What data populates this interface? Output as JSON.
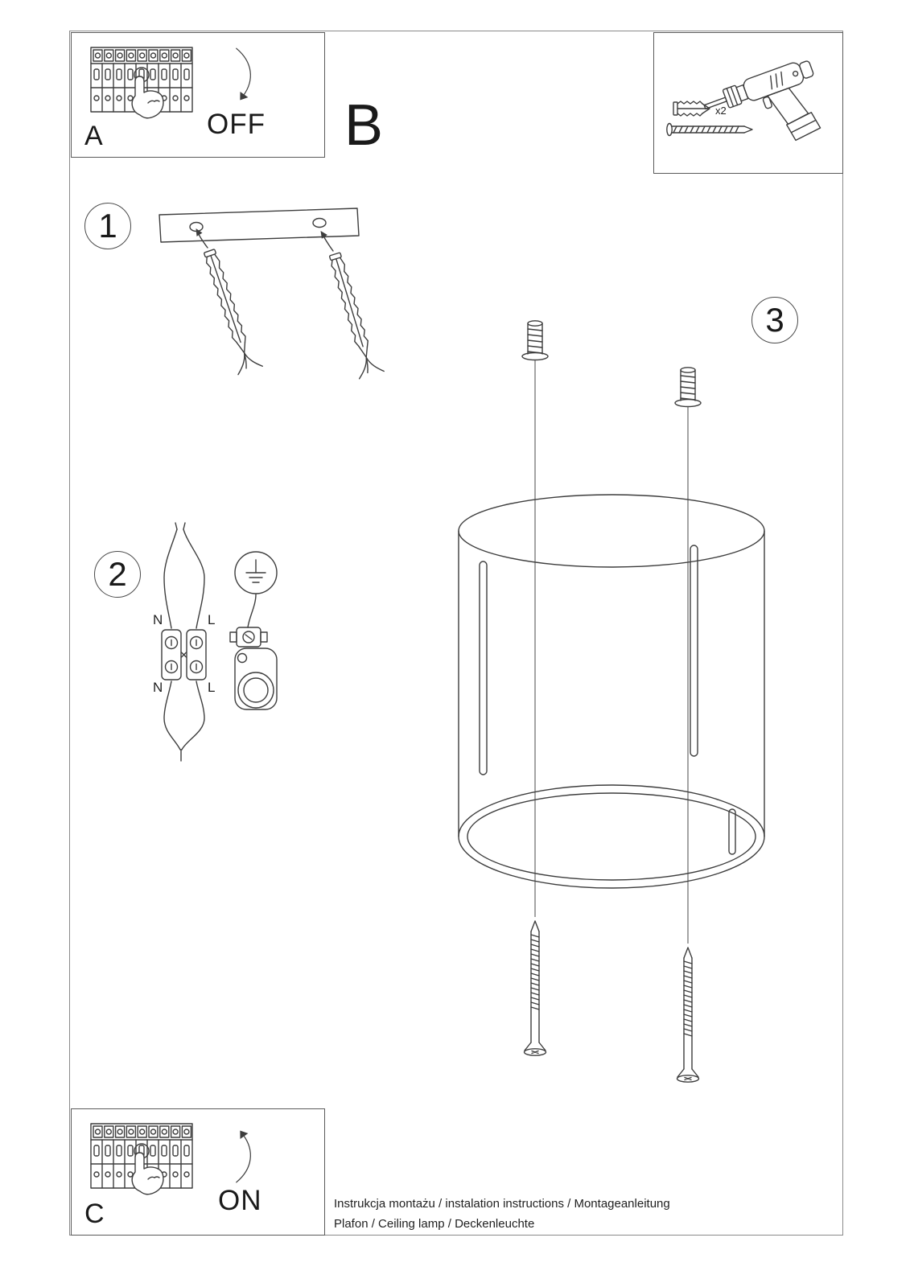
{
  "page": {
    "background": "#ffffff",
    "ink_color": "#3d3d3d",
    "text_color": "#1f1f1f"
  },
  "sections": {
    "breaker_off": {
      "label": "A",
      "action": "OFF"
    },
    "overview": {
      "label": "B"
    },
    "breaker_on": {
      "label": "C",
      "action": "ON"
    }
  },
  "hardware": {
    "anchor_count": "x2"
  },
  "steps": [
    {
      "number": "1"
    },
    {
      "number": "2"
    },
    {
      "number": "3"
    }
  ],
  "wiring": {
    "top_left": "N",
    "top_right": "L",
    "bottom_left": "N",
    "bottom_right": "L"
  },
  "footer": {
    "line1": "Instrukcja montażu / instalation instructions / Montageanleitung",
    "line2": "Plafon / Ceiling lamp / Deckenleuchte"
  }
}
